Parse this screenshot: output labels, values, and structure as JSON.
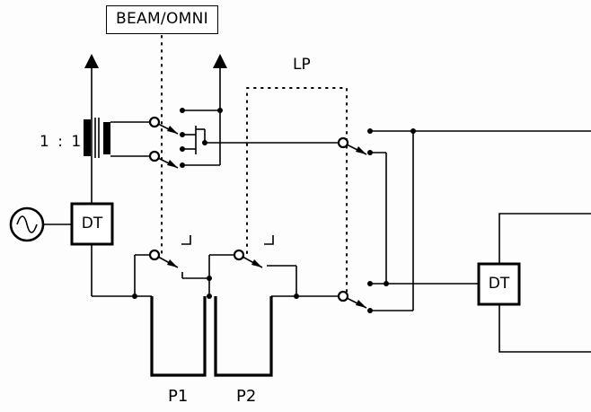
{
  "labels": {
    "beam_omni": "BEAM/OMNI",
    "lp": "LP",
    "ratio": "1 : 1",
    "dt_left": "DT",
    "dt_right": "DT",
    "p1": "P1",
    "p2": "P2"
  },
  "components": {
    "generator": "ac-source-icon",
    "transformer": "transformer-icon",
    "antenna_feeds": [
      "arrow-up-icon",
      "arrow-up-icon"
    ],
    "switches": [
      "switch-icon",
      "switch-icon",
      "switch-icon",
      "switch-icon",
      "switch-icon",
      "switch-icon"
    ]
  }
}
